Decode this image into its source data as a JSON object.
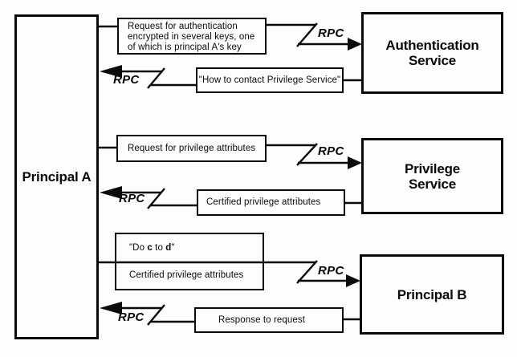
{
  "actors": {
    "principal_a": {
      "label": "Principal A"
    },
    "auth_service": {
      "lines": [
        "Authentication",
        "Service"
      ]
    },
    "priv_service": {
      "lines": [
        "Privilege",
        "Service"
      ]
    },
    "principal_b": {
      "label": "Principal B"
    }
  },
  "messages": {
    "m1": {
      "lines": [
        "Request for authentication",
        "encrypted in several keys, one",
        "of which is principal A's key"
      ]
    },
    "m2": {
      "text": "\"How to contact Privilege Service\""
    },
    "m3": {
      "text": "Request for privilege attributes"
    },
    "m4": {
      "text": "Certified privilege attributes"
    },
    "m5": {
      "parts": {
        "open": "\"Do ",
        "c": "c",
        "mid": " to ",
        "d": "d",
        "close": "\""
      },
      "line2": "Certified privilege attributes"
    },
    "m6": {
      "text": "Response to request"
    }
  },
  "rpc_label": "RPC",
  "colors": {
    "ink": "#0a0a0a",
    "background": "#fdfdfd"
  }
}
